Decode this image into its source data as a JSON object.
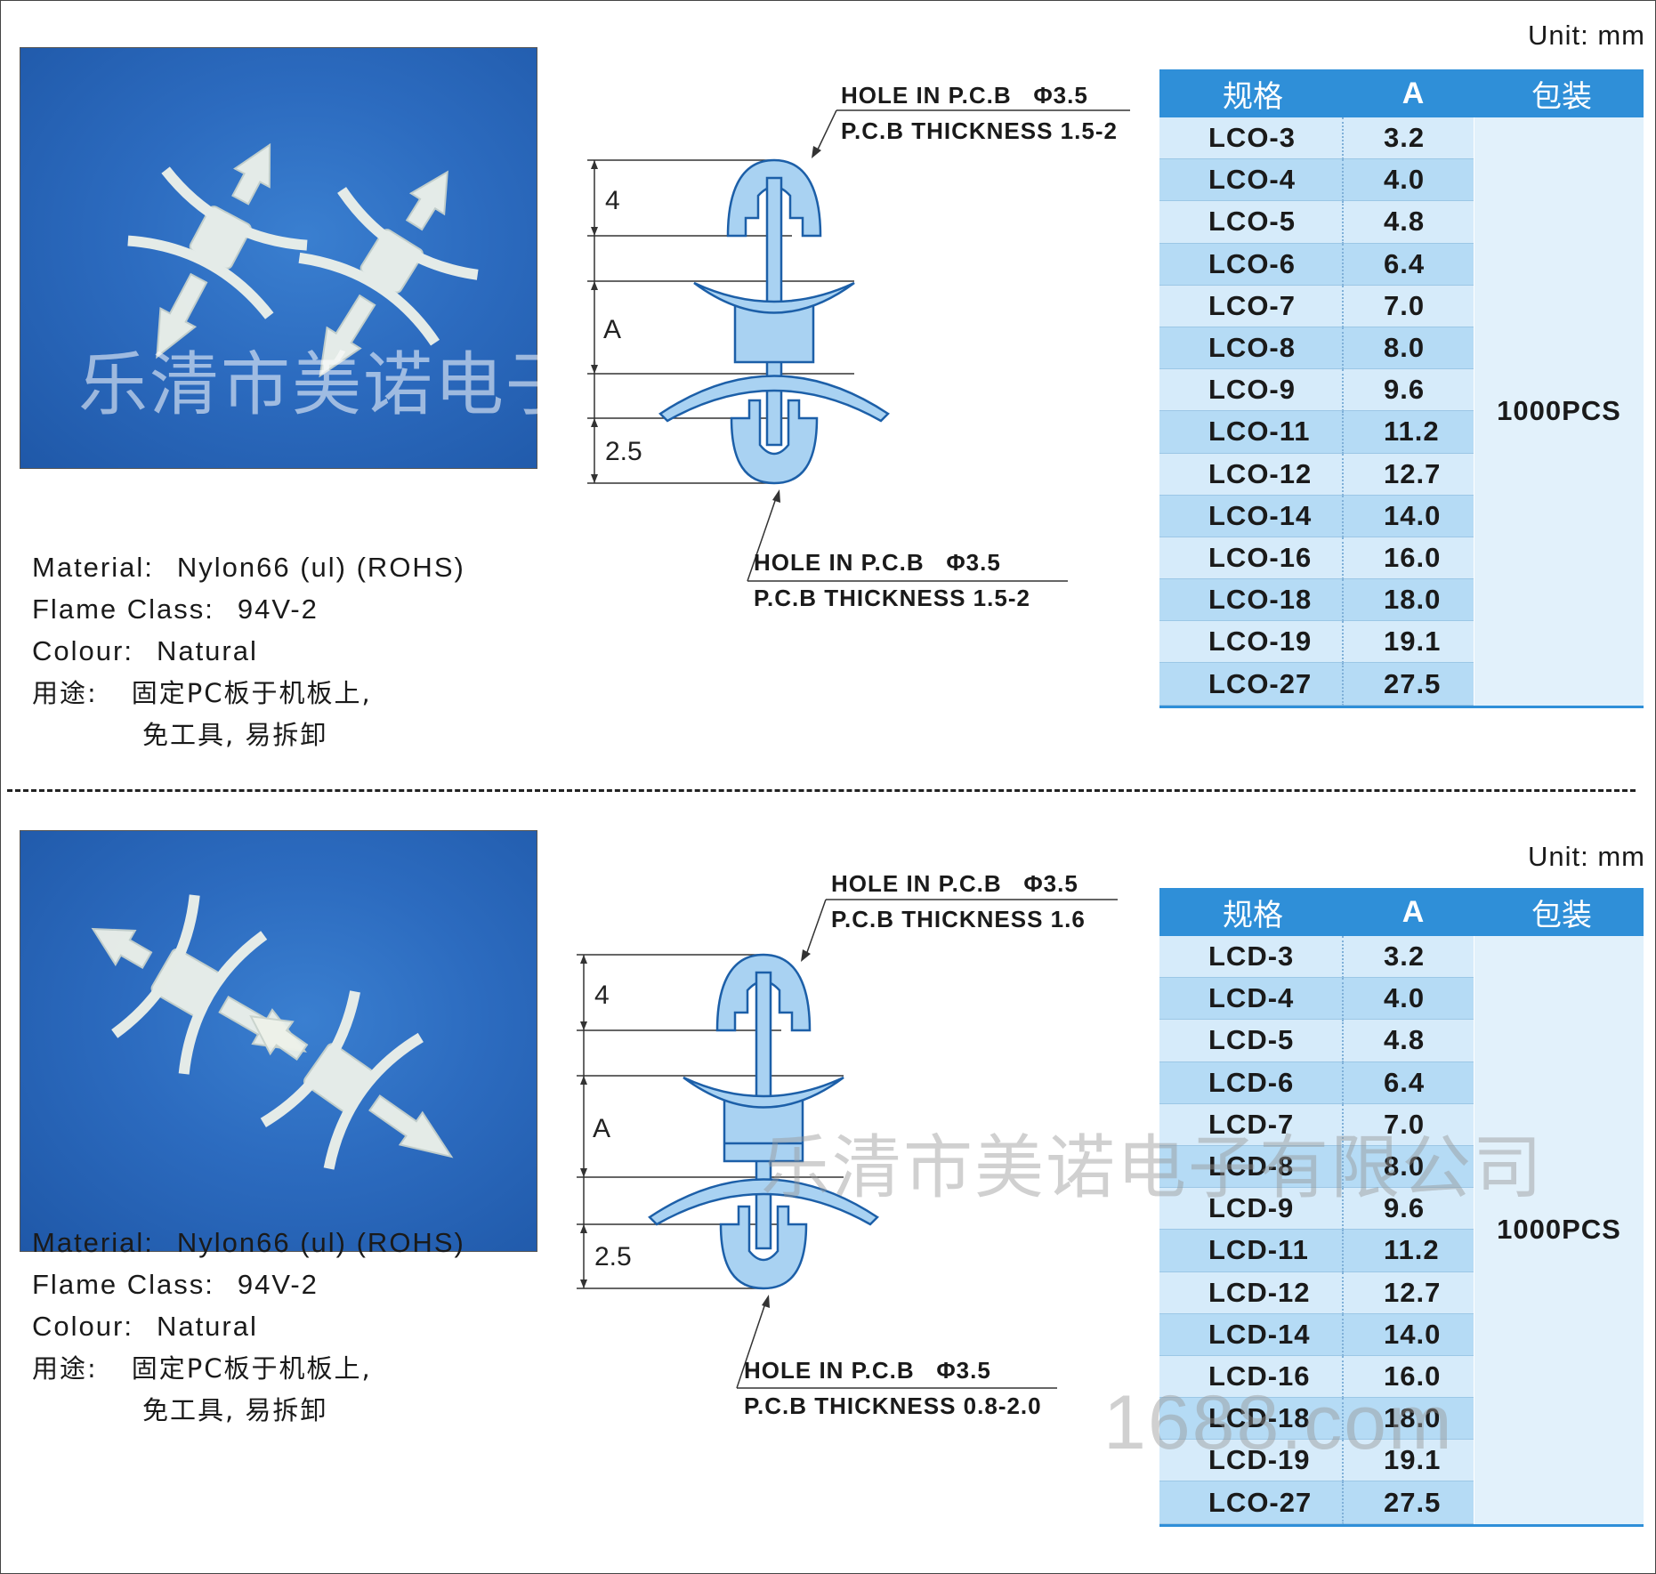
{
  "sections": [
    {
      "unit": "Unit:  mm",
      "watermark": "乐清市美诺电子有限公司",
      "specs": {
        "material_label": "Material:",
        "material_value": "Nylon66 (ul) (ROHS)",
        "flame_label": "Flame Class:",
        "flame_value": "94V-2",
        "colour_label": "Colour:",
        "colour_value": "Natural",
        "usage_label": "用途:",
        "usage_line1": "固定PC板于机板上,",
        "usage_line2": "免工具, 易拆卸"
      },
      "drawing": {
        "top_hole": "HOLE  IN  P.C.B",
        "top_dia": "Φ3.5",
        "top_thickness": "P.C.B  THICKNESS 1.5-2",
        "bottom_hole": "HOLE  IN  P.C.B",
        "bottom_dia": "Φ3.5",
        "bottom_thickness": "P.C.B  THICKNESS 1.5-2",
        "dim_top": "4",
        "dim_mid": "A",
        "dim_bottom": "2.5"
      },
      "table": {
        "headers": [
          "规格",
          "A",
          "包装"
        ],
        "packing": "1000PCS",
        "rows": [
          [
            "LCO-3",
            "3.2"
          ],
          [
            "LCO-4",
            "4.0"
          ],
          [
            "LCO-5",
            "4.8"
          ],
          [
            "LCO-6",
            "6.4"
          ],
          [
            "LCO-7",
            "7.0"
          ],
          [
            "LCO-8",
            "8.0"
          ],
          [
            "LCO-9",
            "9.6"
          ],
          [
            "LCO-11",
            "11.2"
          ],
          [
            "LCO-12",
            "12.7"
          ],
          [
            "LCO-14",
            "14.0"
          ],
          [
            "LCO-16",
            "16.0"
          ],
          [
            "LCO-18",
            "18.0"
          ],
          [
            "LCO-19",
            "19.1"
          ],
          [
            "LCO-27",
            "27.5"
          ]
        ]
      }
    },
    {
      "unit": "Unit:  mm",
      "watermark": "乐清市美诺电子有限公司",
      "watermark2": "1688.com",
      "specs": {
        "material_label": "Material:",
        "material_value": "Nylon66 (ul) (ROHS)",
        "flame_label": "Flame Class:",
        "flame_value": "94V-2",
        "colour_label": "Colour:",
        "colour_value": "Natural",
        "usage_label": "用途:",
        "usage_line1": "固定PC板于机板上,",
        "usage_line2": "免工具, 易拆卸"
      },
      "drawing": {
        "top_hole": "HOLE  IN  P.C.B",
        "top_dia": "Φ3.5",
        "top_thickness": "P.C.B  THICKNESS 1.6",
        "bottom_hole": "HOLE  IN  P.C.B",
        "bottom_dia": "Φ3.5",
        "bottom_thickness": "P.C.B  THICKNESS 0.8-2.0",
        "dim_top": "4",
        "dim_mid": "A",
        "dim_bottom": "2.5"
      },
      "table": {
        "headers": [
          "规格",
          "A",
          "包装"
        ],
        "packing": "1000PCS",
        "rows": [
          [
            "LCD-3",
            "3.2"
          ],
          [
            "LCD-4",
            "4.0"
          ],
          [
            "LCD-5",
            "4.8"
          ],
          [
            "LCD-6",
            "6.4"
          ],
          [
            "LCD-7",
            "7.0"
          ],
          [
            "LCD-8",
            "8.0"
          ],
          [
            "LCD-9",
            "9.6"
          ],
          [
            "LCD-11",
            "11.2"
          ],
          [
            "LCD-12",
            "12.7"
          ],
          [
            "LCD-14",
            "14.0"
          ],
          [
            "LCD-16",
            "16.0"
          ],
          [
            "LCD-18",
            "18.0"
          ],
          [
            "LCD-19",
            "19.1"
          ],
          [
            "LCO-27",
            "27.5"
          ]
        ]
      }
    }
  ]
}
